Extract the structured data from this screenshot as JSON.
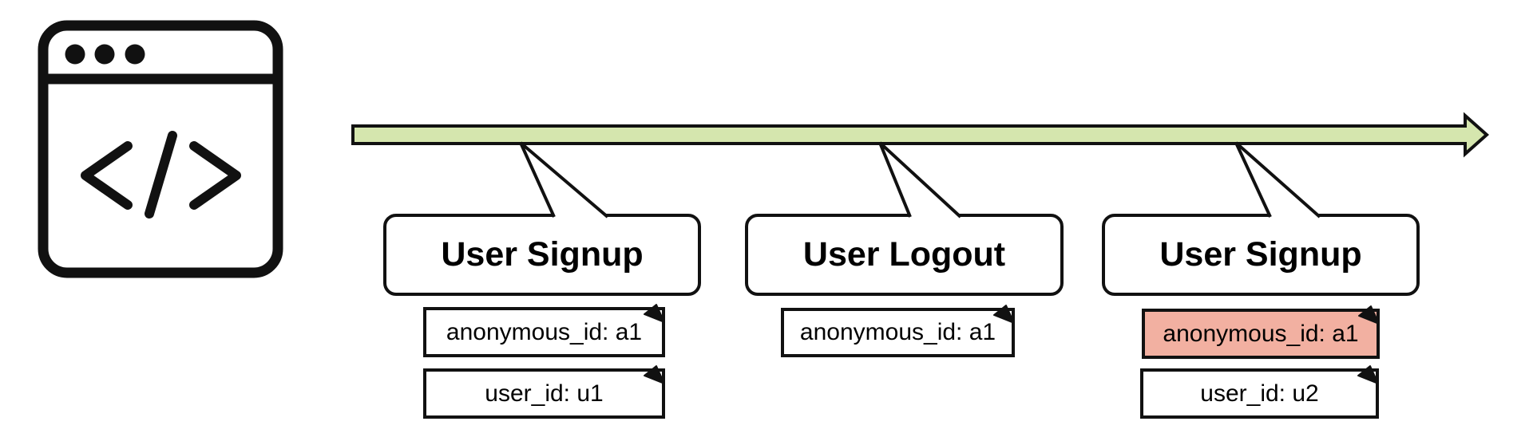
{
  "diagram": {
    "kind": "event-timeline",
    "browser_icon": {
      "name": "browser-window-code-icon",
      "glyph": "</>"
    },
    "timeline": {
      "shape": "green-arrow",
      "direction": "left-to-right"
    }
  },
  "events": [
    {
      "title": "User Signup",
      "notes": [
        {
          "text": "anonymous_id: a1",
          "highlighted": false
        },
        {
          "text": "user_id: u1",
          "highlighted": false
        }
      ]
    },
    {
      "title": "User Logout",
      "notes": [
        {
          "text": "anonymous_id: a1",
          "highlighted": false
        }
      ]
    },
    {
      "title": "User Signup",
      "notes": [
        {
          "text": "anonymous_id: a1",
          "highlighted": true
        },
        {
          "text": "user_id: u2",
          "highlighted": false
        }
      ]
    }
  ],
  "colors": {
    "timeline_green": "#d5e6ae",
    "highlight_salmon": "#f2b0a1",
    "stroke": "#111111",
    "background": "#ffffff"
  }
}
